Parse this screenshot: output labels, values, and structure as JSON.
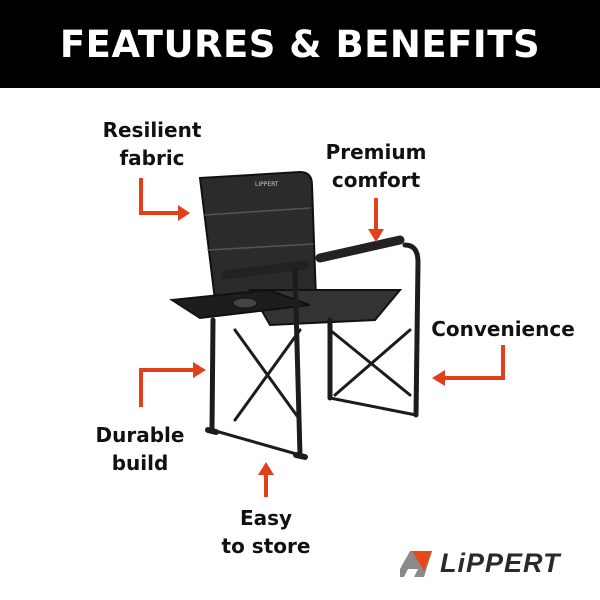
{
  "header": {
    "title": "FEATURES & BENEFITS"
  },
  "features": [
    {
      "line1": "Resilient",
      "line2": "fabric"
    },
    {
      "line1": "Premium",
      "line2": "comfort"
    },
    {
      "line1": "Convenience",
      "line2": ""
    },
    {
      "line1": "Durable",
      "line2": "build"
    },
    {
      "line1": "Easy",
      "line2": "to store"
    }
  ],
  "brand": {
    "name": "LiPPERT",
    "accent": "#e8481c",
    "arrow_color": "#e2401b"
  },
  "product": {
    "chair_label": "LIPPERT"
  }
}
